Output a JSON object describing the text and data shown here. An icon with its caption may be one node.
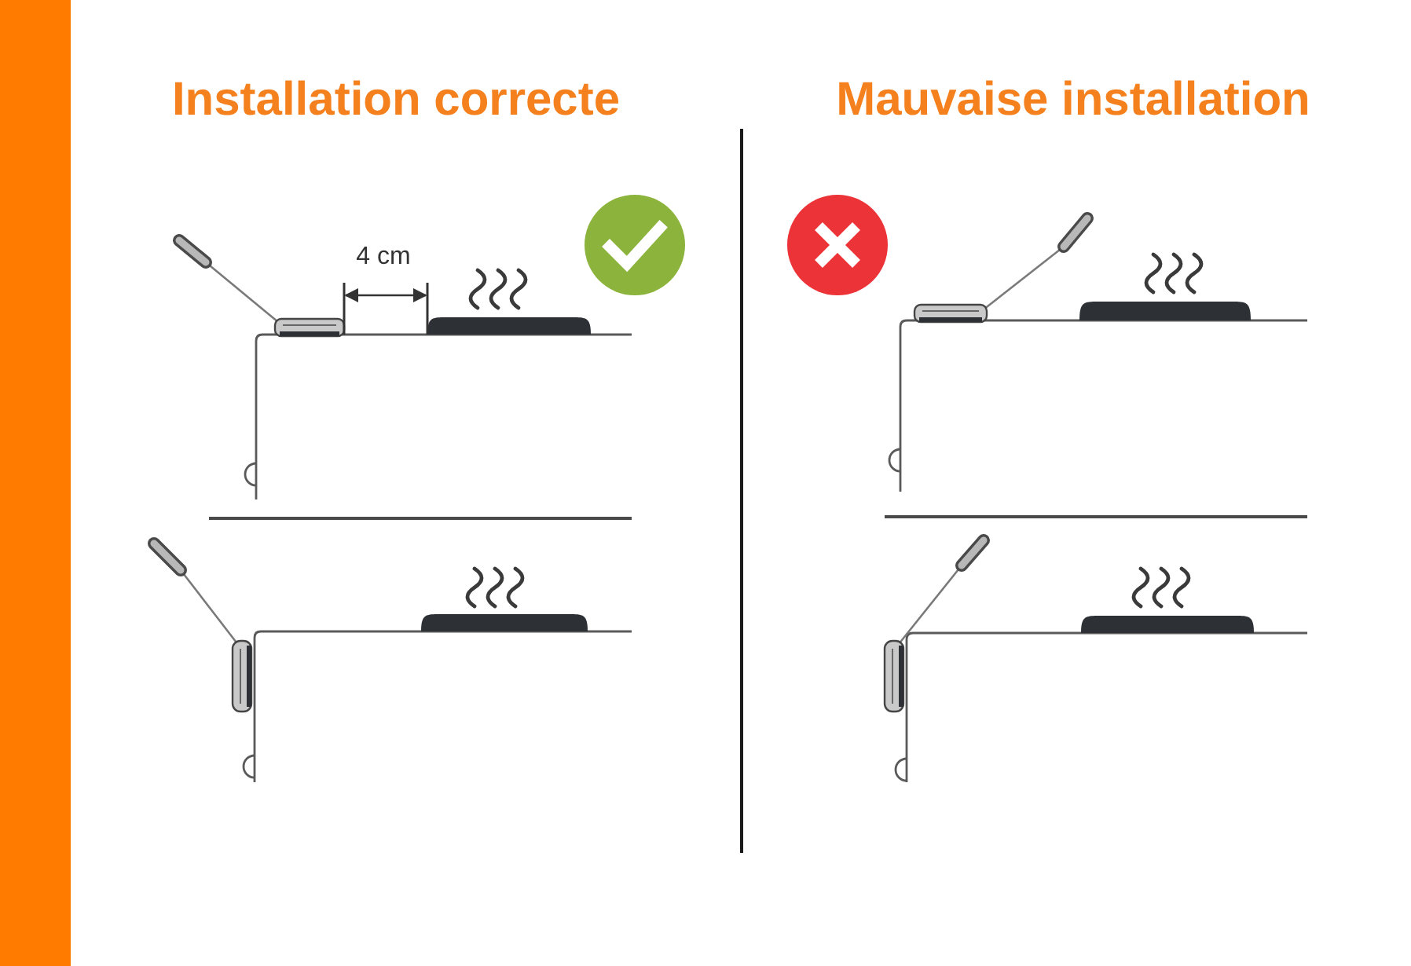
{
  "diagram": {
    "nodes": [
      {
        "text": [],
        "shape": "bar"
      }
    ],
    "labels": [
      "Installation correcte",
      "Mauvaise installation",
      "4 cm"
    ]
  }
}
